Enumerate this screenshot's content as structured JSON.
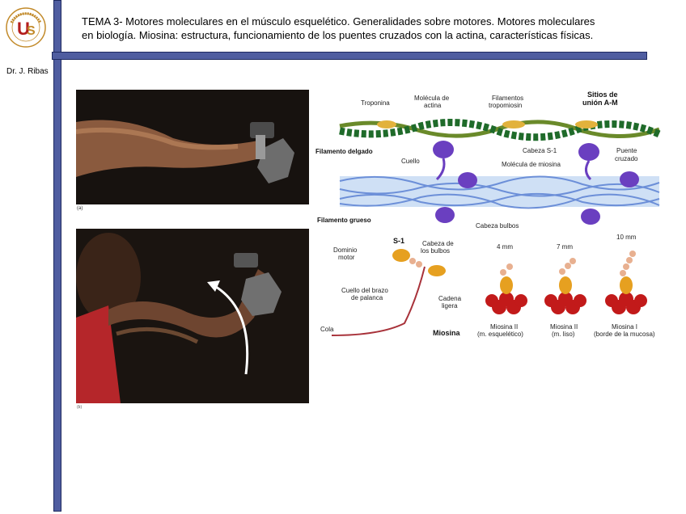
{
  "slide": {
    "title_line1": "TEMA 3- Motores moleculares en el músculo esquelético. Generalidades sobre motores. Motores moleculares",
    "title_line2": "en biología. Miosina: estructura, funcionamiento de los puentes cruzados con la actina, características físicas.",
    "author": "Dr. J. Ribas"
  },
  "photos": {
    "label_a": "(a)",
    "label_b": "(b)"
  },
  "diagram": {
    "troponina": "Troponina",
    "molecula_actina_1": "Molécula de",
    "molecula_actina_2": "actina",
    "filamentos_1": "Filamentos",
    "filamentos_2": "tropomiosin",
    "sitios_1": "Sitios de",
    "sitios_2": "unión A-M",
    "filamento_delgado": "Filamento delgado",
    "cuello": "Cuello",
    "cabeza_s1": "Cabeza S-1",
    "puente_1": "Puente",
    "puente_2": "cruzado",
    "molecula_miosina": "Molécula de miosina",
    "filamento_grueso": "Filamento grueso",
    "cabeza_bulbos": "Cabeza bulbos",
    "s1": "S-1",
    "dominio_1": "Dominio",
    "dominio_2": "motor",
    "cabeza_bulbos_2a": "Cabeza de",
    "cabeza_bulbos_2b": "los bulbos",
    "cuello_brazo_1": "Cuello del brazo",
    "cuello_brazo_2": "de palanca",
    "cadena_1": "Cadena",
    "cadena_2": "ligera",
    "cola": "Cola",
    "miosina": "Miosina",
    "mm4": "4 mm",
    "mm7": "7 mm",
    "mm10": "10 mm",
    "miosina2a_1": "Miosina II",
    "miosina2a_2": "(m. esquelético)",
    "miosina2b_1": "Miosina II",
    "miosina2b_2": "(m. liso)",
    "miosina1_1": "Miosina I",
    "miosina1_2": "(borde de la mucosa)"
  },
  "colors": {
    "bar": "#4f5da0",
    "actin": "#1f6b2a",
    "myosin": "#6a3fc0",
    "filament": "#6c8fd8",
    "troponin": "#e2b23c",
    "red": "#c21a1a"
  }
}
